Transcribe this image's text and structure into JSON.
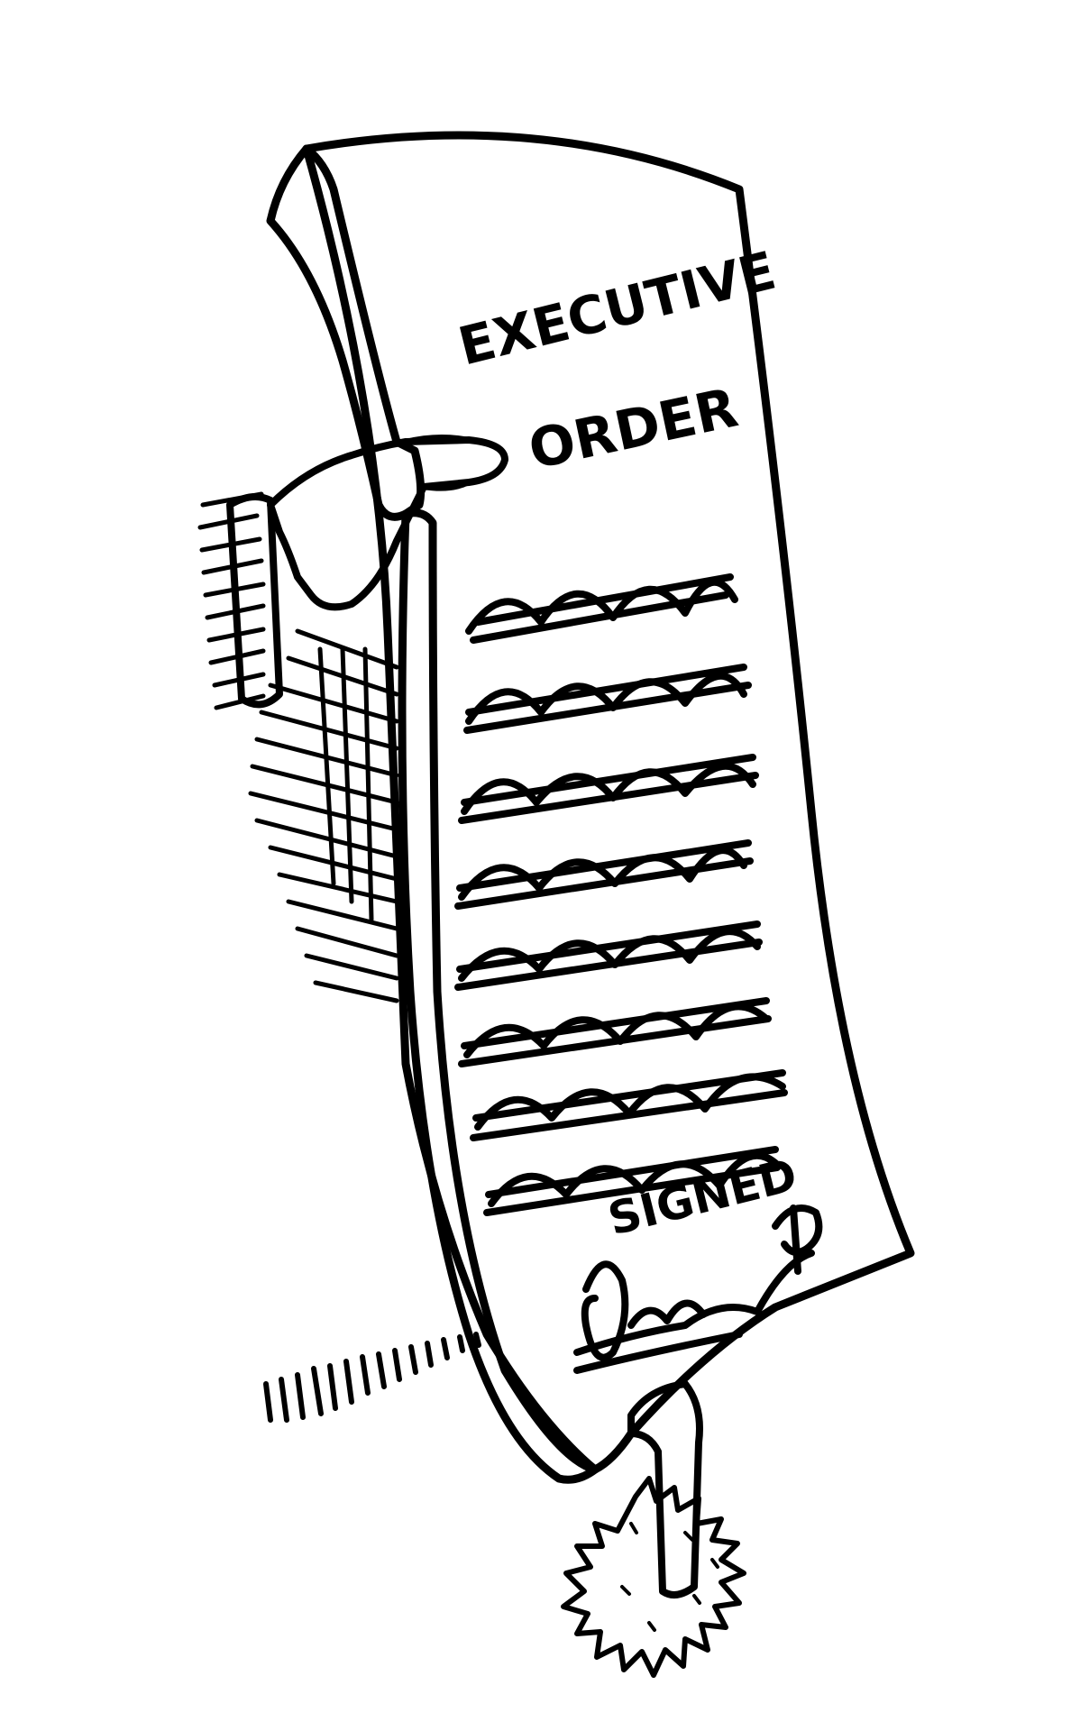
{
  "document": {
    "heading_line1": "EXECUTIVE",
    "heading_line2": "ORDER",
    "signed_label": "SIGNED"
  },
  "colors": {
    "ink": "#000000",
    "paper": "#ffffff"
  },
  "icons": {
    "seal": "starburst-seal-icon",
    "hand": "hand-icon"
  }
}
